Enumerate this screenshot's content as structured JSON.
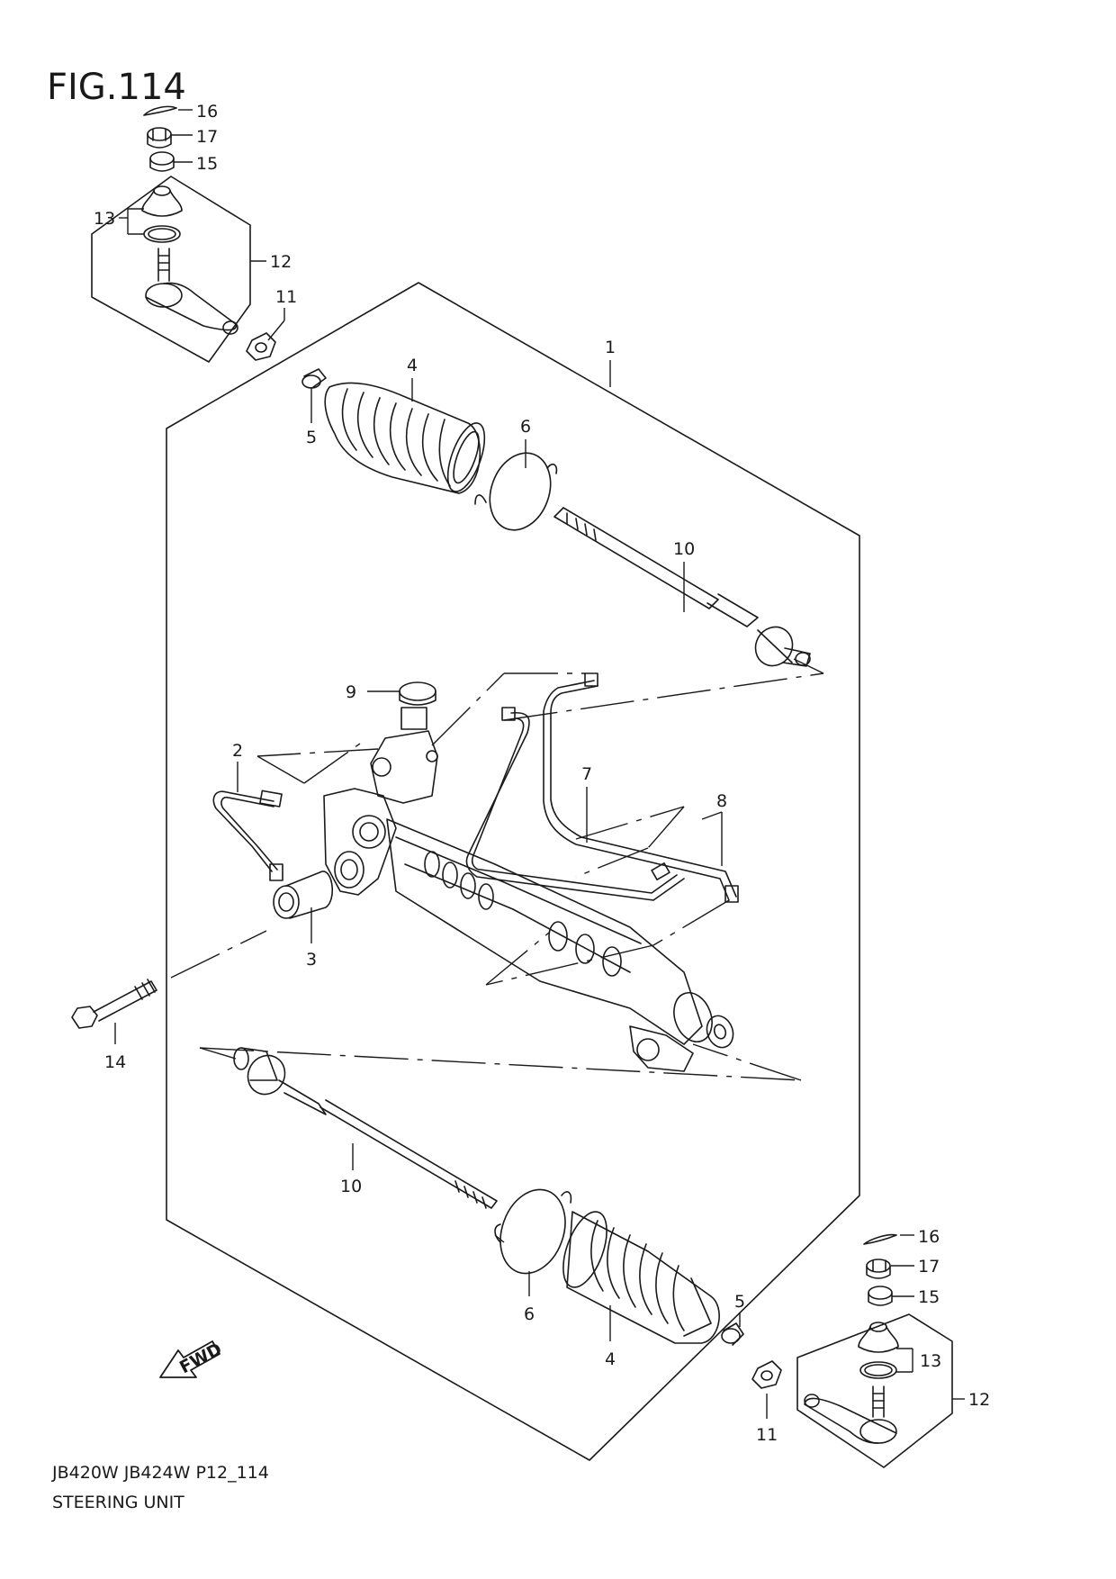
{
  "figure": {
    "title": "FIG.114",
    "model_codes": "JB420W JB424W P12_114",
    "unit_name": "STEERING UNIT",
    "direction_label": "FWD"
  },
  "callouts": {
    "c1": "1",
    "c2": "2",
    "c3": "3",
    "c4a": "4",
    "c4b": "4",
    "c5a": "5",
    "c5b": "5",
    "c6a": "6",
    "c6b": "6",
    "c7": "7",
    "c8": "8",
    "c9": "9",
    "c10a": "10",
    "c10b": "10",
    "c11a": "11",
    "c11b": "11",
    "c12a": "12",
    "c12b": "12",
    "c13a": "13",
    "c13b": "13",
    "c14": "14",
    "c15a": "15",
    "c15b": "15",
    "c16a": "16",
    "c16b": "16",
    "c17a": "17",
    "c17b": "17"
  },
  "colors": {
    "ink": "#1a1a1a",
    "paper": "#ffffff"
  }
}
